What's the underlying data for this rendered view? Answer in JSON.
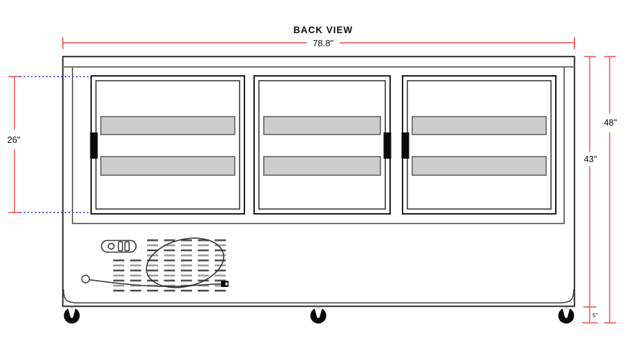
{
  "title": "BACK VIEW",
  "diagram": {
    "subject": "refrigerated-display-case-back-view",
    "dimensions": {
      "overall_width": "78.8\"",
      "overall_height": "48\"",
      "body_height": "43\"",
      "door_opening_height": "26\"",
      "caster_height": "5\""
    },
    "doors": {
      "count": 3,
      "handle_sides": [
        "left",
        "right",
        "left"
      ],
      "shelf_bars_per_door": 2
    },
    "casters": {
      "count": 3
    },
    "colors": {
      "dimension_line": "#f14b42",
      "guide_line": "#4d4df0",
      "outline": "#3d3d3d",
      "frame_line": "#707070",
      "door_line": "#1a1a1a",
      "shelf_bar_fill": "#cdcdcd",
      "shelf_bar_stroke": "#4f4f4f",
      "handle_fill": "#0a0a0a",
      "grille_dark": "#4f4f4f",
      "grille_light": "#9a9a9a",
      "background": "#ffffff"
    }
  }
}
